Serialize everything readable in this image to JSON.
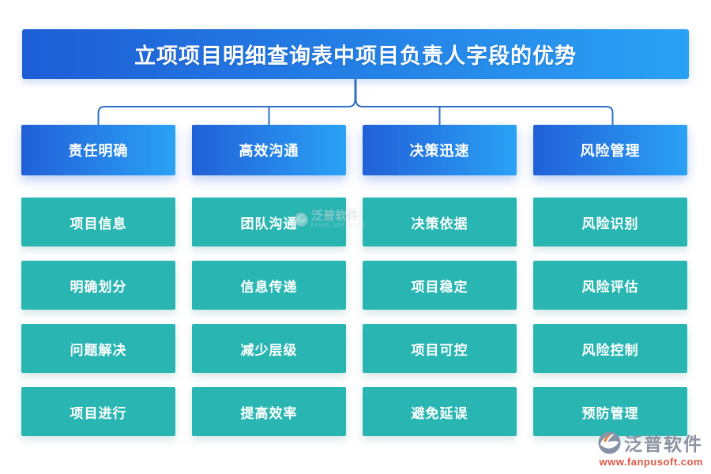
{
  "title": "立项项目明细查询表中项目负责人字段的优势",
  "columns": [
    {
      "header": "责任明确",
      "items": [
        "项目信息",
        "明确划分",
        "问题解决",
        "项目进行"
      ]
    },
    {
      "header": "高效沟通",
      "items": [
        "团队沟通",
        "信息传递",
        "减少层级",
        "提高效率"
      ]
    },
    {
      "header": "决策迅速",
      "items": [
        "决策依据",
        "项目稳定",
        "项目可控",
        "避免延误"
      ]
    },
    {
      "header": "风险管理",
      "items": [
        "风险识别",
        "风险评估",
        "风险控制",
        "预防管理"
      ]
    }
  ],
  "watermark": {
    "brand": "泛普软件",
    "sub": "FANPU SOFTWARE"
  },
  "footer_logo": {
    "brand": "泛普软件",
    "url": "www.fanpusoft.com"
  },
  "icons": {
    "footer_logo_icon": "fanpu-swirl-logo",
    "watermark_icon": "fanpu-swirl-logo-faint"
  },
  "colors": {
    "banner_gradient_start": "#1e5ed6",
    "banner_gradient_end": "#2aa1f4",
    "category_gradient_start": "#2160d8",
    "category_gradient_end": "#2aa2f5",
    "item_teal": "#29b6b2",
    "connector_blue": "#2f6fc6",
    "logo_gray": "#8c92a0",
    "logo_url_red": "#dd5742",
    "background": "#ffffff",
    "text_white": "#ffffff"
  }
}
